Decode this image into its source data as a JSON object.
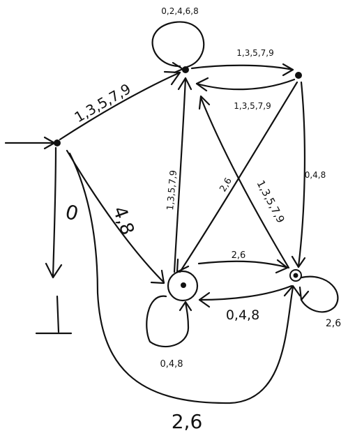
{
  "labels": {
    "loop_top": "0,2,4,6,8",
    "top_to_right": "1,3,5,7,9",
    "right_to_top": "1,3,5,7,9",
    "start_to_top": "1,3,5,7,9",
    "right_to_bottomright": "0,4,8",
    "start_to_bottom": "0",
    "start_to_middle": "4,8",
    "middle_to_top": "1,3,5,7,9",
    "middle_to_right": "2,6",
    "bottomright_to_top": "1,3,5,7,9",
    "middle_to_bottomright": "2,6",
    "bottomright_to_middle": "0,4,8",
    "loop_middle": "0,4,8",
    "loop_bottomright": "2,6",
    "start_to_bottomright": "2,6"
  },
  "symbols": {
    "bottom_state": "⊥"
  }
}
